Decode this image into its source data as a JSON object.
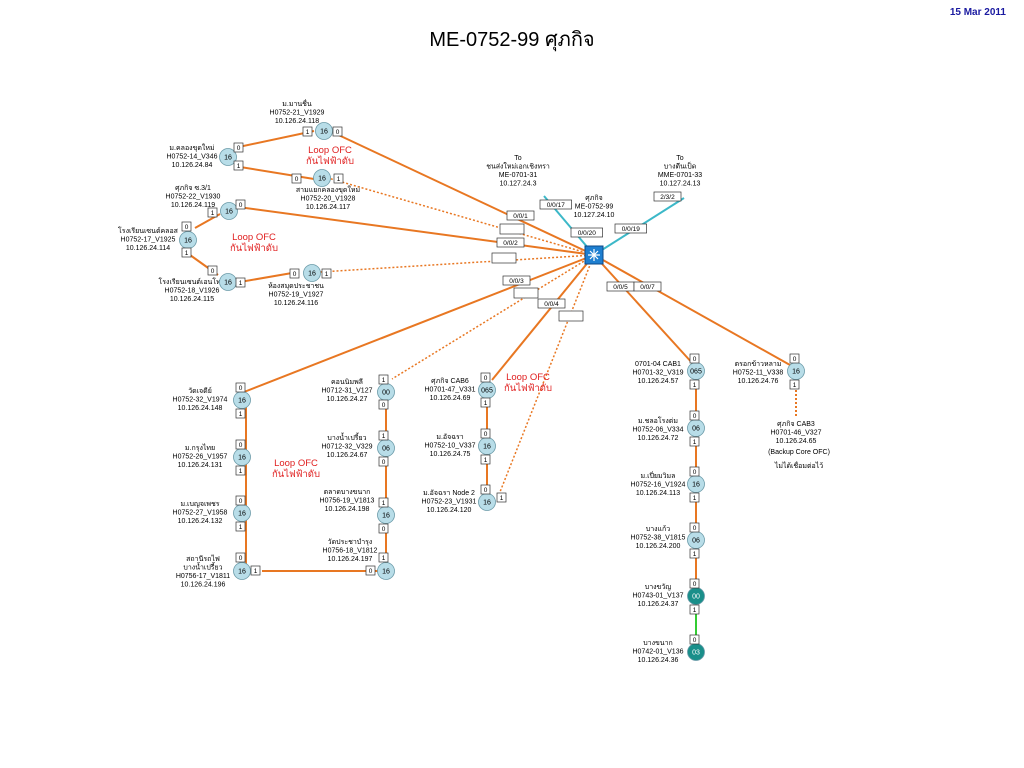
{
  "date": "15 Mar 2011",
  "title": "ME-0752-99 ศุภกิจ",
  "colors": {
    "orange": "#e87722",
    "cyan": "#3cb8c8",
    "green": "#33cc33",
    "red": "#e02020",
    "date_blue": "#1a1aa0",
    "node_fill": "#b8dde8",
    "node_dark": "#1a8f8a"
  },
  "hub": {
    "name": "ศุภกิจ",
    "id": "ME-0752-99",
    "ip": "10.127.24.10"
  },
  "uplinks": [
    {
      "to": "To",
      "name": "ชนส่งใหม่เอกเชิงทรา",
      "id": "ME-0701-31",
      "ip": "10.127.24.3"
    },
    {
      "to": "To",
      "name": "บางตีนเป็ด",
      "id": "MME-0701-33",
      "ip": "10.127.24.13"
    }
  ],
  "ports": [
    "0/0/1",
    "0/0/2",
    "0/0/3",
    "0/0/4",
    "0/0/5",
    "0/0/7",
    "0/0/17",
    "0/0/19",
    "0/0/20",
    "2/3/2"
  ],
  "loop_labels": [
    {
      "line1": "Loop OFC",
      "line2": "กันไฟฟ้าดับ"
    },
    {
      "line1": "Loop OFC",
      "line2": "กันไฟฟ้าดับ"
    },
    {
      "line1": "Loop OFC",
      "line2": "กันไฟฟ้าดับ"
    },
    {
      "line1": "Loop OFC",
      "line2": "กันไฟฟ้าดับ"
    }
  ],
  "backup_note": {
    "line1": "(Backup Core OFC)",
    "line2": "ไม่ได้เชื่อมต่อไว้"
  },
  "nodes": [
    {
      "name": "ม.มานชื่น",
      "id": "H0752-21_V1929",
      "ip": "10.126.24.118",
      "badge": "16",
      "p_in": "1",
      "p_out": "0"
    },
    {
      "name": "ม.คลองขุดใหม่",
      "id": "H0752-14_V346",
      "ip": "10.126.24.84",
      "badge": "16",
      "p_in": "0",
      "p_out": "1"
    },
    {
      "name": "สามแยกคลองขุดใหม่",
      "id": "H0752-20_V1928",
      "ip": "10.126.24.117",
      "badge": "16",
      "p_in": "0",
      "p_out": "1"
    },
    {
      "name": "ศุภกิจ ซ.3/1",
      "id": "H0752-22_V1930",
      "ip": "10.126.24.119",
      "badge": "16",
      "p_in": "1",
      "p_out": "0"
    },
    {
      "name": "โรงเรียนเซนต์คลอส",
      "id": "H0752-17_V1925",
      "ip": "10.126.24.114",
      "badge": "16",
      "p_in": "0",
      "p_out": "1"
    },
    {
      "name": "โรงเรียนเซนต์เอนโทนี",
      "id": "H0752-18_V1926",
      "ip": "10.126.24.115",
      "badge": "16",
      "p_in": "0",
      "p_out": "1"
    },
    {
      "name": "ห้องสมุดประชาชน",
      "id": "H0752-19_V1927",
      "ip": "10.126.24.116",
      "badge": "16",
      "p_in": "0",
      "p_out": "1"
    },
    {
      "name": "วัดเจดีย์",
      "id": "H0752-32_V1974",
      "ip": "10.126.24.148",
      "badge": "16",
      "p_in": "0",
      "p_out": "1"
    },
    {
      "name": "ม.กรุงไทย",
      "id": "H0752-26_V1957",
      "ip": "10.126.24.131",
      "badge": "16",
      "p_in": "0",
      "p_out": "1"
    },
    {
      "name": "ม.เบญจเพชร",
      "id": "H0752-27_V1958",
      "ip": "10.126.24.132",
      "badge": "16",
      "p_in": "0",
      "p_out": "1"
    },
    {
      "name": "สถานีรถไฟ",
      "name2": "บางน้ำเปรี้ยว",
      "id": "H0756-17_V1811",
      "ip": "10.126.24.196",
      "badge": "16",
      "p_in": "0",
      "p_out": "1"
    },
    {
      "name": "คอนนิมพลี",
      "id": "H0712-31_V127",
      "ip": "10.126.24.27",
      "badge": "00",
      "p_in": "1",
      "p_out": "0"
    },
    {
      "name": "บางน้ำเปรี้ยว",
      "id": "H0712-32_V329",
      "ip": "10.126.24.67",
      "badge": "06",
      "p_in": "1",
      "p_out": "0"
    },
    {
      "name": "ตลาดบางขนาก",
      "id": "H0756-19_V1813",
      "ip": "10.126.24.198",
      "badge": "16",
      "p_in": "1",
      "p_out": "0"
    },
    {
      "name": "วัดประชาบำรุง",
      "id": "H0756-18_V1812",
      "ip": "10.126.24.197",
      "badge": "16",
      "p_in": "1",
      "p_out": "0"
    },
    {
      "name": "ศุภกิจ  CAB6",
      "id": "H0701-47_V331",
      "ip": "10.126.24.69",
      "badge": "065",
      "p_in": "0",
      "p_out": "1"
    },
    {
      "name": "ม.อัจฉรา",
      "id": "H0752-10_V337",
      "ip": "10.126.24.75",
      "badge": "16",
      "p_in": "0",
      "p_out": "1"
    },
    {
      "name": "ม.อัจฉรา Node 2",
      "id": "H0752-23_V1931",
      "ip": "10.126.24.120",
      "badge": "16",
      "p_in": "0",
      "p_out": "1"
    },
    {
      "name": "0701-04 CAB1",
      "id": "H0701-32_V319",
      "ip": "10.126.24.57",
      "badge": "065",
      "p_in": "0",
      "p_out": "1"
    },
    {
      "name": "ม.ชลอโรงต่ม",
      "id": "H0752-06_V334",
      "ip": "10.126.24.72",
      "badge": "06",
      "p_in": "0",
      "p_out": "1"
    },
    {
      "name": "ม.เปี่ยมวิมล",
      "id": "H0752-16_V1924",
      "ip": "10.126.24.113",
      "badge": "16",
      "p_in": "0",
      "p_out": "1"
    },
    {
      "name": "บางแก้ว",
      "id": "H0752-38_V1815",
      "ip": "10.126.24.200",
      "badge": "06",
      "p_in": "0",
      "p_out": "1"
    },
    {
      "name": "บางขวัญ",
      "id": "H0743-01_V137",
      "ip": "10.126.24.37",
      "badge": "00",
      "p_in": "0",
      "p_out": "1"
    },
    {
      "name": "บางขนาก",
      "id": "H0742-01_V136",
      "ip": "10.126.24.36",
      "badge": "03",
      "p_in": "0",
      "p_out": ""
    },
    {
      "name": "ตรอกข้าวหลาม",
      "id": "H0752-11_V338",
      "ip": "10.126.24.76",
      "badge": "16",
      "p_in": "0",
      "p_out": "1"
    },
    {
      "name": "ศุภกิจ CAB3",
      "id": "H0701-46_V327",
      "ip": "10.126.24.65",
      "badge": "",
      "p_in": "",
      "p_out": ""
    }
  ]
}
